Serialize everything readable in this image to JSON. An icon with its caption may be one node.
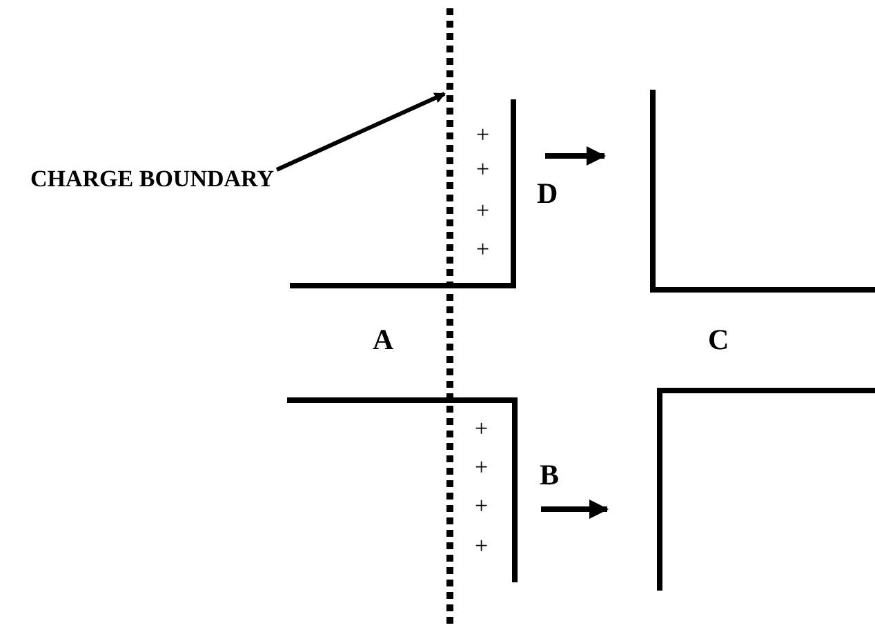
{
  "diagram": {
    "nodes": [
      {
        "text": [
          "CHARGE BOUNDARY"
        ]
      },
      {
        "text": [],
        "shape": "line"
      }
    ],
    "edges": [
      {
        "from": 0,
        "to": 1,
        "arrow": "to"
      }
    ],
    "labels": [
      "+",
      "+",
      "D",
      "+",
      "+",
      "A",
      "C",
      "+",
      "+",
      "B",
      "+",
      "+"
    ]
  }
}
